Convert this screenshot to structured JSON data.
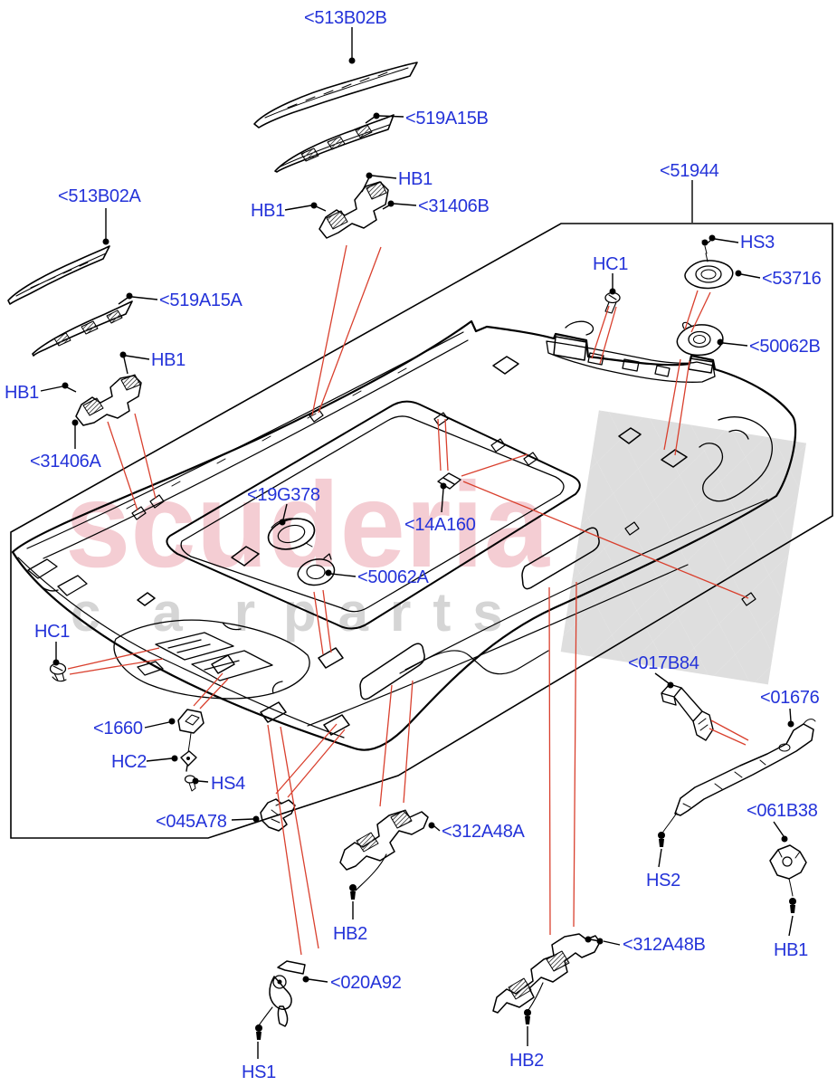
{
  "diagram": {
    "kind": "exploded-parts-diagram",
    "subject": "Headlining and roof trim panel with fixings",
    "assembly_callout": "<51944"
  },
  "watermark": {
    "brand": "scuderia",
    "tagline_word1": "car",
    "tagline_word2": "parts"
  },
  "colors": {
    "label_blue": "#2433d9",
    "callout_red": "#d9402e",
    "line_black": "#000000",
    "watermark_pink": "#f4cdd3",
    "watermark_gray": "#d5d5d5",
    "flag_gray": "#dedede",
    "background": "#ffffff"
  },
  "labels": [
    {
      "id": "513B02B",
      "text": "<513B02B"
    },
    {
      "id": "519A15B",
      "text": "<519A15B"
    },
    {
      "id": "HB1-top-right",
      "text": "HB1"
    },
    {
      "id": "HB1-top-left",
      "text": "HB1"
    },
    {
      "id": "31406B",
      "text": "<31406B"
    },
    {
      "id": "51944",
      "text": "<51944"
    },
    {
      "id": "513B02A",
      "text": "<513B02A"
    },
    {
      "id": "519A15A",
      "text": "<519A15A"
    },
    {
      "id": "HB1-mid-right",
      "text": "HB1"
    },
    {
      "id": "HB1-mid-left",
      "text": "HB1"
    },
    {
      "id": "31406A",
      "text": "<31406A"
    },
    {
      "id": "HS3",
      "text": "HS3"
    },
    {
      "id": "HC1-upper",
      "text": "HC1"
    },
    {
      "id": "53716",
      "text": "<53716"
    },
    {
      "id": "50062B",
      "text": "<50062B"
    },
    {
      "id": "19G378",
      "text": "<19G378"
    },
    {
      "id": "14A160",
      "text": "<14A160"
    },
    {
      "id": "50062A",
      "text": "<50062A"
    },
    {
      "id": "HC1-lower",
      "text": "HC1"
    },
    {
      "id": "1660",
      "text": "<1660"
    },
    {
      "id": "HC2",
      "text": "HC2"
    },
    {
      "id": "HS4",
      "text": "HS4"
    },
    {
      "id": "045A78",
      "text": "<045A78"
    },
    {
      "id": "312A48A",
      "text": "<312A48A"
    },
    {
      "id": "HB2-left",
      "text": "HB2"
    },
    {
      "id": "020A92",
      "text": "<020A92"
    },
    {
      "id": "HS1",
      "text": "HS1"
    },
    {
      "id": "312A48B",
      "text": "<312A48B"
    },
    {
      "id": "HB2-right",
      "text": "HB2"
    },
    {
      "id": "HS2",
      "text": "HS2"
    },
    {
      "id": "017B84",
      "text": "<017B84"
    },
    {
      "id": "01676",
      "text": "<01676"
    },
    {
      "id": "061B38",
      "text": "<061B38"
    },
    {
      "id": "HB1-bottom",
      "text": "HB1"
    }
  ]
}
